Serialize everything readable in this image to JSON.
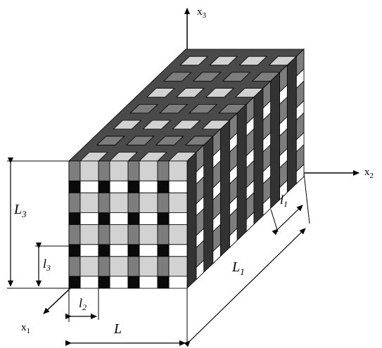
{
  "labels": {
    "x3": {
      "base": "x",
      "sub": "3"
    },
    "x2": {
      "base": "x",
      "sub": "2"
    },
    "x1": {
      "base": "x",
      "sub": "1"
    },
    "L3": {
      "base": "L",
      "sub": "3"
    },
    "l3": {
      "base": "l",
      "sub": "3"
    },
    "l2": {
      "base": "l",
      "sub": "2"
    },
    "L": {
      "base": "L",
      "sub": ""
    },
    "L1": {
      "base": "L",
      "sub": "1"
    },
    "l1": {
      "base": "l",
      "sub": "1"
    }
  },
  "colors": {
    "line": "#000000",
    "dark_yarn": "#4a4a4a",
    "darker_yarn": "#333333",
    "mid_yarn": "#7d7d7d",
    "light_yarn": "#d2d2d2",
    "white_yarn": "#ffffff",
    "black_node": "#0a0a0a"
  }
}
